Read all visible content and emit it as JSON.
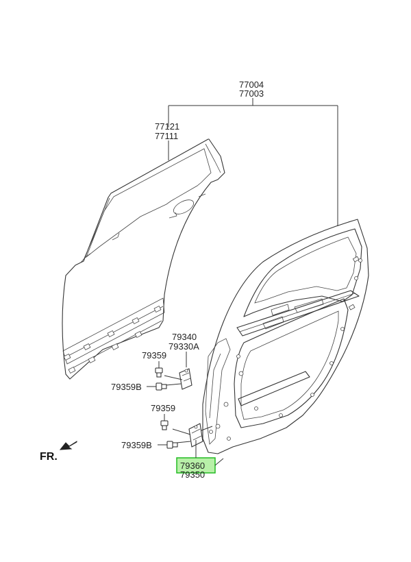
{
  "parts": {
    "door_assy": [
      "77004",
      "77003"
    ],
    "outer_panel": [
      "77121",
      "77111"
    ],
    "upper_hinge": [
      "79340",
      "79330A"
    ],
    "upper_bolt_top": "79359",
    "upper_bolt_side": "79359B",
    "lower_bolt_top": "79359",
    "lower_bolt_side": "79359B",
    "lower_hinge": [
      "79360",
      "79350"
    ]
  },
  "direction_label": "FR.",
  "highlight": {
    "part": "79360",
    "fill": "#b8f0a8",
    "border": "#22bb22"
  }
}
